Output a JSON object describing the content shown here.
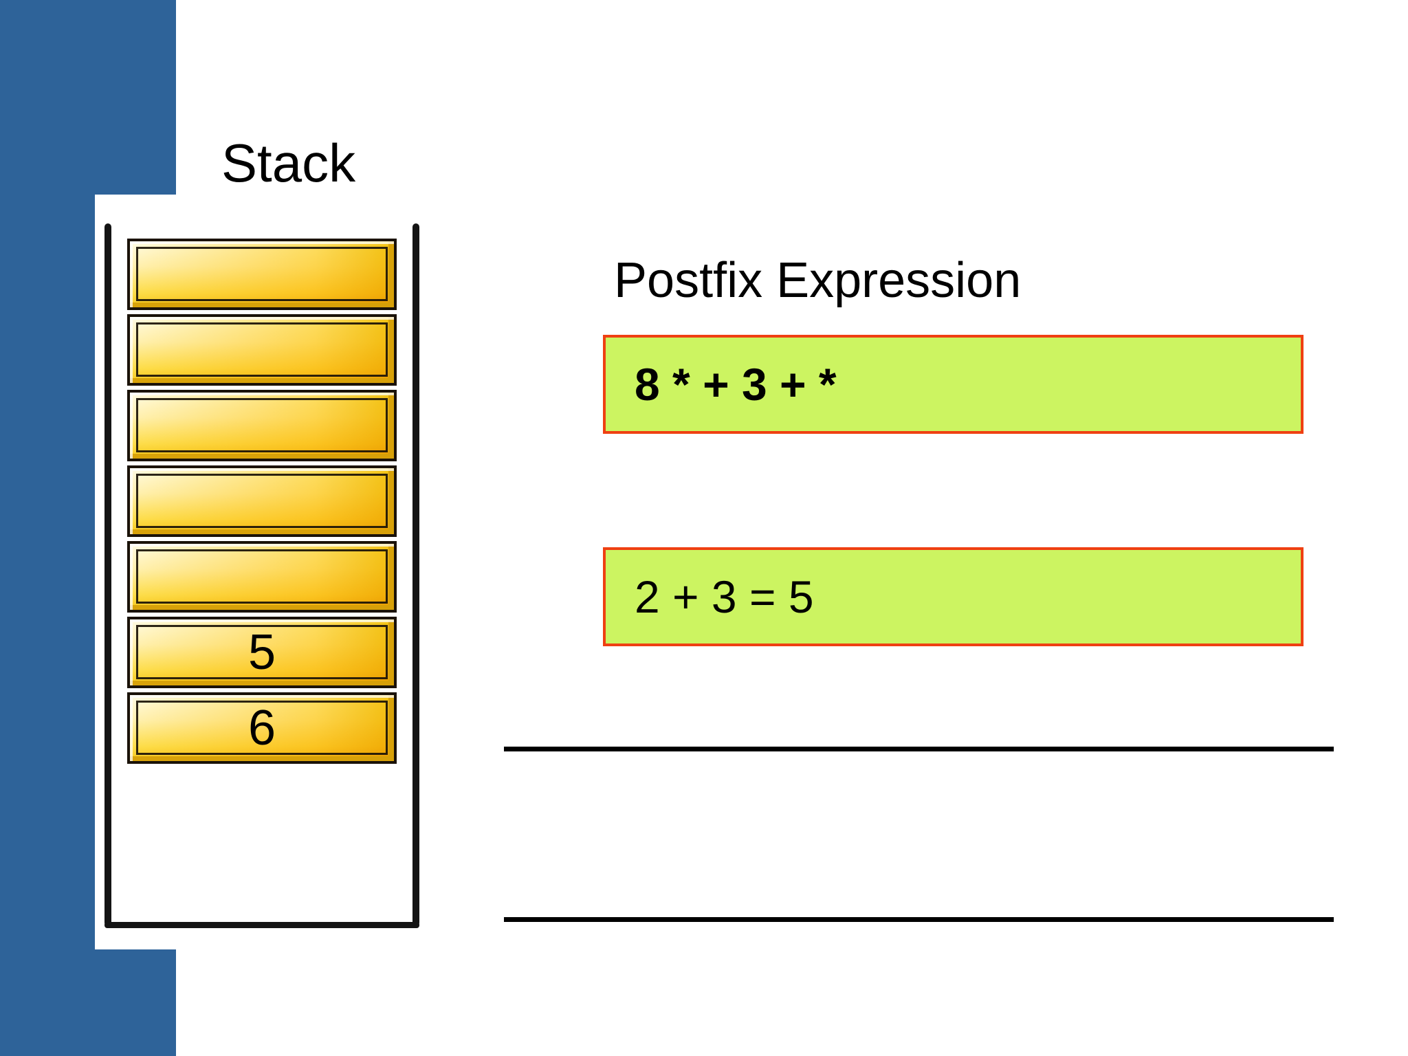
{
  "slide": {
    "background_color": "#FFFFFF",
    "accent_color": "#2E6399",
    "stack_title": "Stack"
  },
  "stack": {
    "label": "Stack",
    "cell_fill_top": "#FFFDF0",
    "cell_fill_bottom": "#F5C71A",
    "cells": [
      {
        "value": ""
      },
      {
        "value": ""
      },
      {
        "value": ""
      },
      {
        "value": ""
      },
      {
        "value": ""
      },
      {
        "value": "5"
      },
      {
        "value": "6"
      }
    ]
  },
  "postfix": {
    "heading": "Postfix Expression",
    "box_fill": "#CCF461",
    "box_border": "#EF4012",
    "expression": "8 * + 3 + *",
    "computation": "2 + 3 = 5"
  }
}
